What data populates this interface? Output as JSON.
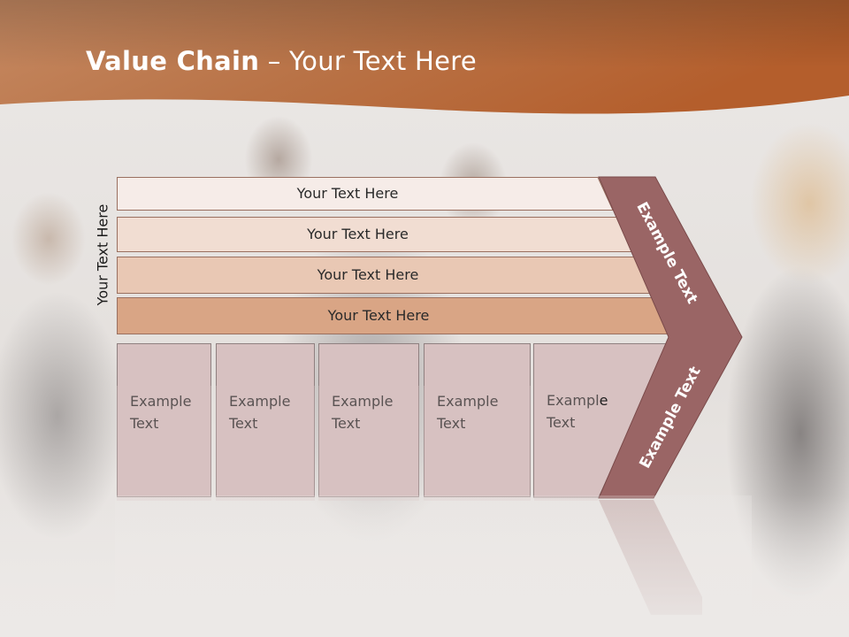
{
  "slide": {
    "title_bold": "Value Chain",
    "title_rest": " – Your Text Here",
    "side_label": "Your Text Here"
  },
  "bars": [
    {
      "label": "Your Text Here",
      "fill": "#f6ece8"
    },
    {
      "label": "Your Text Here",
      "fill": "#f1ddd2"
    },
    {
      "label": "Your Text Here",
      "fill": "#e9c8b4"
    },
    {
      "label": "Your Text Here",
      "fill": "#d9a585"
    }
  ],
  "boxes": [
    {
      "label": "Example Text"
    },
    {
      "label": "Example Text"
    },
    {
      "label": "Example Text"
    },
    {
      "label": "Example Text"
    },
    {
      "label": "Example Text"
    }
  ],
  "chevron": {
    "upper_label": "Example Text",
    "lower_label": "Example Text",
    "color": "#9a6565"
  },
  "colors": {
    "header_band": "#b86a3c",
    "box_fill": "#d7c1c1",
    "bar_stroke": "#9a7060"
  }
}
